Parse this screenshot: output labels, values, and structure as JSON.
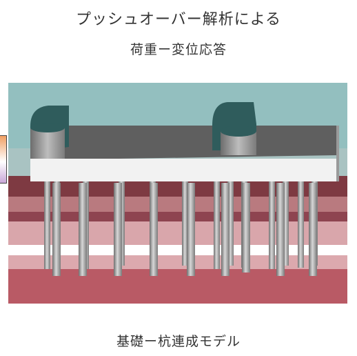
{
  "title_line1": "プッシュオーバー解析による",
  "title_line2": "荷重ー変位応答",
  "caption": "基礎ー杭連成モデル",
  "colors": {
    "top_layer": "#93bfbf",
    "red_layer": "#b95a65",
    "pile_cap": "#5f5f5f",
    "pile_cap_front": "#f2f2f2",
    "pile": "#a9a9a9",
    "column_top": "#2f5c5c",
    "column_body": "#9a9a9a"
  },
  "icons": [
    "gradient-legend-icon"
  ]
}
